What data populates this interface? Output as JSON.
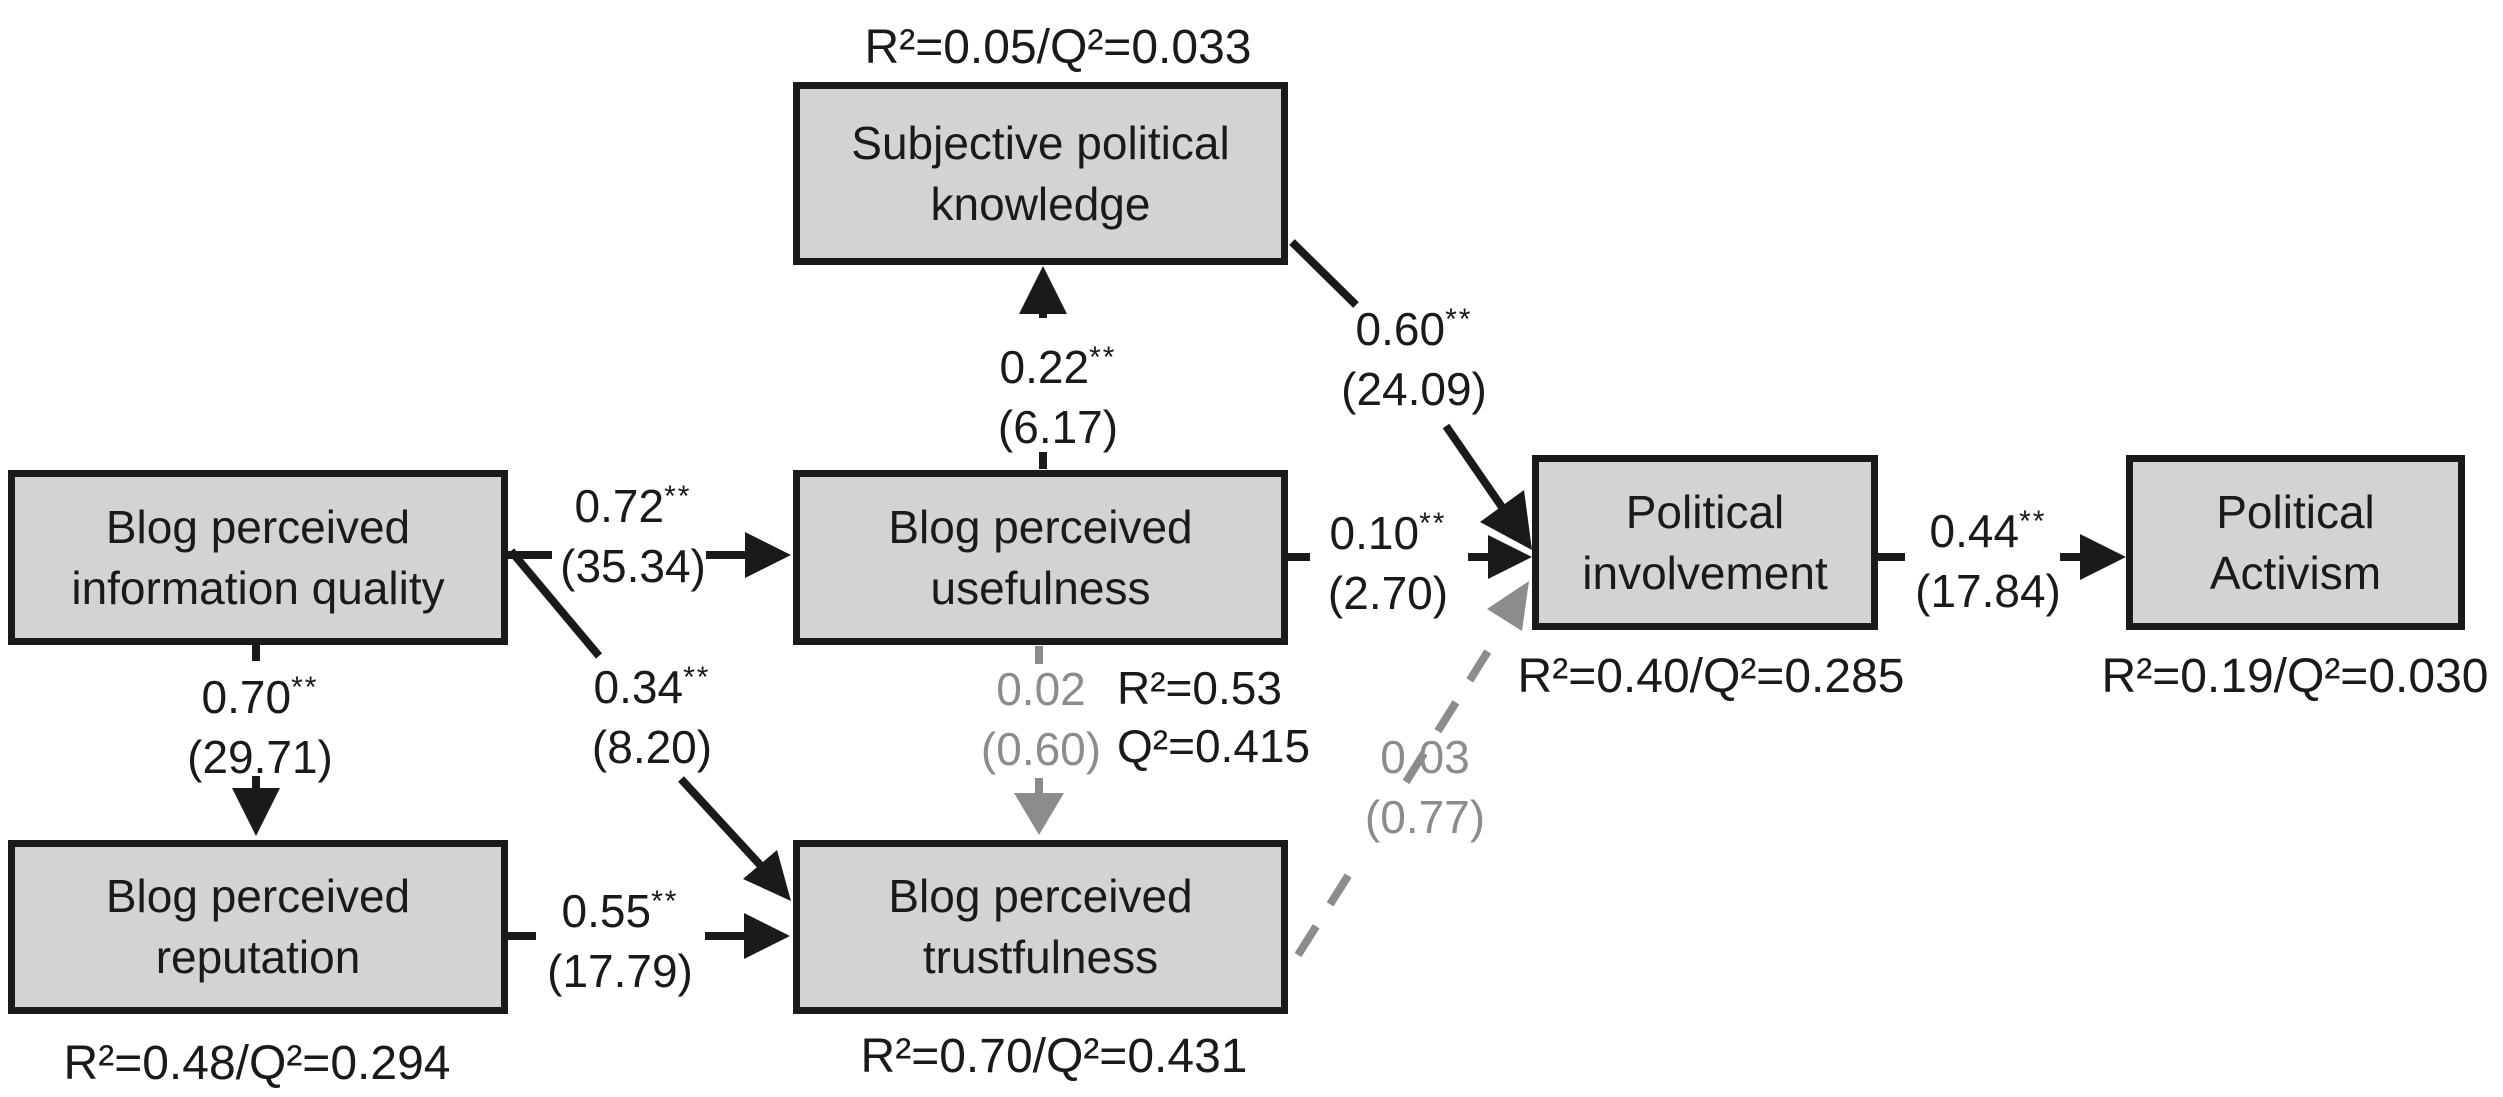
{
  "nodes": {
    "knowledge": {
      "line1": "Subjective political",
      "line2": "knowledge",
      "r2": "R²=0.05/Q²=0.033"
    },
    "info_quality": {
      "line1": "Blog perceived",
      "line2": "information quality"
    },
    "usefulness": {
      "line1": "Blog perceived",
      "line2": "usefulness",
      "r2_line1": "R²=0.53",
      "r2_line2": "Q²=0.415"
    },
    "reputation": {
      "line1": "Blog perceived",
      "line2": "reputation",
      "r2": "R²=0.48/Q²=0.294"
    },
    "trustfulness": {
      "line1": "Blog perceived",
      "line2": "trustfulness",
      "r2": "R²=0.70/Q²=0.431"
    },
    "involvement": {
      "line1": "Political",
      "line2": "involvement",
      "r2": "R²=0.40/Q²=0.285"
    },
    "activism": {
      "line1": "Political",
      "line2": "Activism",
      "r2": "R²=0.19/Q²=0.030"
    }
  },
  "paths": {
    "iq_usefulness": {
      "coef": "0.72",
      "stars": "**",
      "t": "(35.34)"
    },
    "iq_reputation": {
      "coef": "0.70",
      "stars": "**",
      "t": "(29.71)"
    },
    "iq_trustfulness": {
      "coef": "0.34",
      "stars": "**",
      "t": "(8.20)"
    },
    "rep_trustfulness": {
      "coef": "0.55",
      "stars": "**",
      "t": "(17.79)"
    },
    "use_knowledge": {
      "coef": "0.22",
      "stars": "**",
      "t": "(6.17)"
    },
    "know_involvement": {
      "coef": "0.60",
      "stars": "**",
      "t": "(24.09)"
    },
    "use_involvement": {
      "coef": "0.10",
      "stars": "**",
      "t": "(2.70)"
    },
    "inv_activism": {
      "coef": "0.44",
      "stars": "**",
      "t": "(17.84)"
    },
    "use_trustfulness": {
      "coef": "0.02",
      "t": "(0.60)"
    },
    "trust_involvement": {
      "coef": "0.03",
      "t": "(0.77)"
    }
  },
  "colors": {
    "background": "#ffffff",
    "box_fill": "#d3d3d3",
    "box_border": "#1a1a1a",
    "line_black": "#1a1a1a",
    "line_gray": "#8c8c8c",
    "text": "#1a1a1a"
  }
}
